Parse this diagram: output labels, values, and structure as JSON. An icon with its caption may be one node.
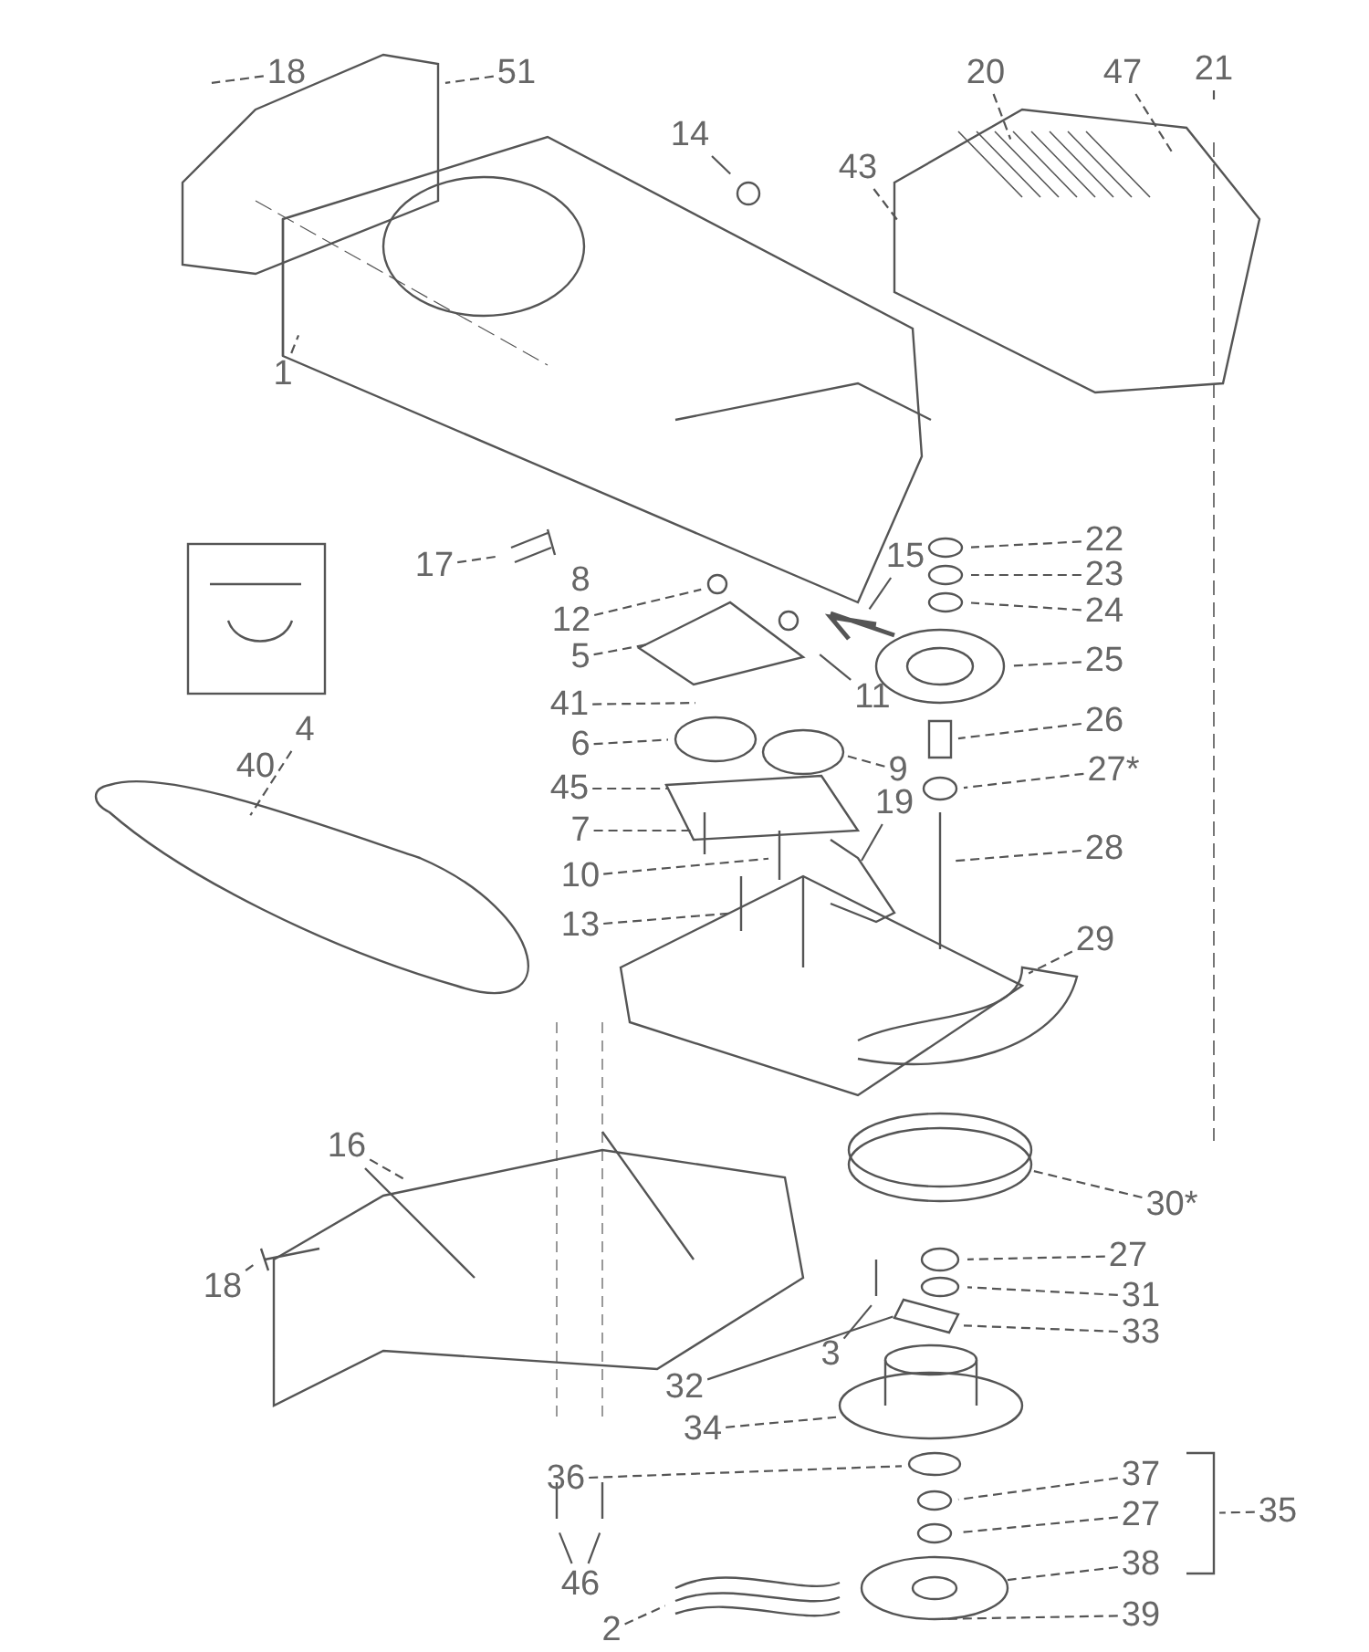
{
  "diagram": {
    "nodes": [
      {
        "text": [
          "18"
        ]
      },
      {
        "text": [
          "51"
        ]
      },
      {
        "text": [
          "14"
        ]
      },
      {
        "text": [
          "20"
        ]
      },
      {
        "text": [
          "47"
        ]
      },
      {
        "text": [
          "21"
        ]
      },
      {
        "text": [
          "43"
        ]
      },
      {
        "text": [
          "1"
        ]
      },
      {
        "text": [
          "17"
        ]
      },
      {
        "text": [
          "12"
        ]
      },
      {
        "text": [
          "5"
        ]
      },
      {
        "text": [
          "41"
        ]
      },
      {
        "text": [
          "11"
        ]
      },
      {
        "text": [
          "15"
        ]
      },
      {
        "text": [
          "22"
        ]
      },
      {
        "text": [
          "23"
        ]
      },
      {
        "text": [
          "24"
        ]
      },
      {
        "text": [
          "25"
        ]
      },
      {
        "text": [
          "6"
        ]
      },
      {
        "text": [
          "9"
        ]
      },
      {
        "text": [
          "45"
        ]
      },
      {
        "text": [
          "26"
        ]
      },
      {
        "text": [
          "27*"
        ]
      },
      {
        "text": [
          "7"
        ]
      },
      {
        "text": [
          "10"
        ]
      },
      {
        "text": [
          "19"
        ]
      },
      {
        "text": [
          "28"
        ]
      },
      {
        "text": [
          "13"
        ]
      },
      {
        "text": [
          "4"
        ]
      },
      {
        "text": [
          "29"
        ]
      },
      {
        "text": [
          "30*"
        ]
      },
      {
        "text": [
          "16"
        ]
      },
      {
        "text": [
          "18"
        ]
      },
      {
        "text": [
          "3"
        ]
      },
      {
        "text": [
          "27"
        ]
      },
      {
        "text": [
          "31"
        ]
      },
      {
        "text": [
          "32"
        ]
      },
      {
        "text": [
          "33"
        ]
      },
      {
        "text": [
          "34"
        ]
      },
      {
        "text": [
          "36"
        ]
      },
      {
        "text": [
          "37"
        ]
      },
      {
        "text": [
          "27"
        ]
      },
      {
        "text": [
          "35"
        ]
      },
      {
        "text": [
          "38"
        ]
      },
      {
        "text": [
          "39"
        ]
      },
      {
        "text": [
          "46"
        ]
      },
      {
        "text": [
          "2"
        ]
      },
      {
        "text": [],
        "shape": "bracket"
      }
    ],
    "edges": [
      {
        "from": 0,
        "to": null,
        "arrow": "none",
        "style": "dashed"
      },
      {
        "from": 1,
        "to": null,
        "arrow": "none",
        "style": "dashed"
      },
      {
        "from": 2,
        "to": null,
        "arrow": "none"
      },
      {
        "from": 3,
        "to": null,
        "arrow": "none",
        "style": "dashed"
      },
      {
        "from": 4,
        "to": null,
        "arrow": "none",
        "style": "dashed"
      },
      {
        "from": 5,
        "to": null,
        "arrow": "none",
        "style": "dashed"
      },
      {
        "from": 6,
        "to": null,
        "arrow": "none",
        "style": "dashed"
      },
      {
        "from": 7,
        "to": null,
        "arrow": "none",
        "style": "dashed"
      },
      {
        "from": 8,
        "to": null,
        "arrow": "none",
        "style": "dashed"
      },
      {
        "from": 9,
        "to": null,
        "arrow": "none",
        "style": "dashed"
      },
      {
        "from": 10,
        "to": null,
        "arrow": "none",
        "style": "dashed"
      },
      {
        "from": 11,
        "to": null,
        "arrow": "none",
        "style": "dashed"
      },
      {
        "from": 12,
        "to": null,
        "arrow": "none"
      },
      {
        "from": 13,
        "to": null,
        "arrow": "none"
      },
      {
        "from": 14,
        "to": null,
        "arrow": "none",
        "style": "dashed"
      },
      {
        "from": 15,
        "to": null,
        "arrow": "none",
        "style": "dashed"
      },
      {
        "from": 16,
        "to": null,
        "arrow": "none",
        "style": "dashed"
      },
      {
        "from": 17,
        "to": null,
        "arrow": "none",
        "style": "dashed"
      },
      {
        "from": 18,
        "to": null,
        "arrow": "none",
        "style": "dashed"
      },
      {
        "from": 19,
        "to": null,
        "arrow": "none",
        "style": "dashed"
      },
      {
        "from": 20,
        "to": null,
        "arrow": "none",
        "style": "dashed"
      },
      {
        "from": 21,
        "to": null,
        "arrow": "none",
        "style": "dashed"
      },
      {
        "from": 22,
        "to": null,
        "arrow": "none",
        "style": "dashed"
      },
      {
        "from": 23,
        "to": null,
        "arrow": "none",
        "style": "dashed"
      },
      {
        "from": 24,
        "to": null,
        "arrow": "none",
        "style": "dashed"
      },
      {
        "from": 25,
        "to": null,
        "arrow": "none"
      },
      {
        "from": 26,
        "to": null,
        "arrow": "none",
        "style": "dashed"
      },
      {
        "from": 27,
        "to": null,
        "arrow": "none",
        "style": "dashed"
      },
      {
        "from": 28,
        "to": null,
        "arrow": "none",
        "style": "dashed"
      },
      {
        "from": 29,
        "to": null,
        "arrow": "none",
        "style": "dashed"
      },
      {
        "from": 30,
        "to": null,
        "arrow": "none",
        "style": "dashed"
      },
      {
        "from": 31,
        "to": null,
        "arrow": "none",
        "style": "dashed"
      },
      {
        "from": 32,
        "to": null,
        "arrow": "none",
        "style": "dashed"
      },
      {
        "from": 33,
        "to": null,
        "arrow": "none"
      },
      {
        "from": 34,
        "to": null,
        "arrow": "none",
        "style": "dashed"
      },
      {
        "from": 35,
        "to": null,
        "arrow": "none",
        "style": "dashed"
      },
      {
        "from": 36,
        "to": null,
        "arrow": "none"
      },
      {
        "from": 37,
        "to": null,
        "arrow": "none",
        "style": "dashed"
      },
      {
        "from": 38,
        "to": null,
        "arrow": "none",
        "style": "dashed"
      },
      {
        "from": 39,
        "to": null,
        "arrow": "none",
        "style": "dashed"
      },
      {
        "from": 40,
        "to": null,
        "arrow": "none",
        "style": "dashed"
      },
      {
        "from": 41,
        "to": null,
        "arrow": "none",
        "style": "dashed"
      },
      {
        "from": 42,
        "to": 47,
        "arrow": "none",
        "style": "dashed"
      },
      {
        "from": 43,
        "to": null,
        "arrow": "none",
        "style": "dashed"
      },
      {
        "from": 44,
        "to": null,
        "arrow": "none",
        "style": "dashed"
      },
      {
        "from": 45,
        "to": null,
        "arrow": "none"
      },
      {
        "from": 45,
        "to": null,
        "arrow": "none"
      },
      {
        "from": 46,
        "to": null,
        "arrow": "none",
        "style": "dashed"
      }
    ],
    "labels": [
      "8",
      "40"
    ]
  }
}
